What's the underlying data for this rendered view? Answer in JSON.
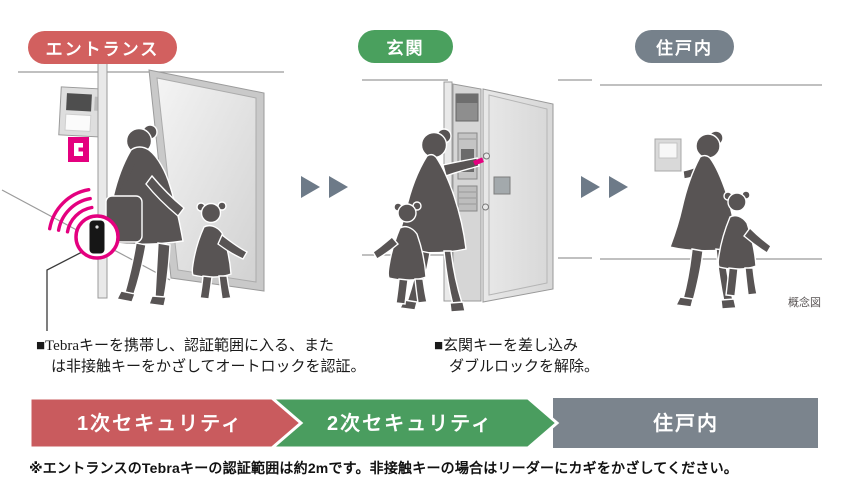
{
  "stages": [
    {
      "label": "エントランス",
      "color": "#d2605f"
    },
    {
      "label": "玄関",
      "color": "#4aa05e"
    },
    {
      "label": "住戸内",
      "color": "#76818b"
    }
  ],
  "notes": {
    "entrance": {
      "line1": "■Tebraキーを携帯し、認証範囲に入る、また",
      "line2": "は非接触キーをかざしてオートロックを認証。"
    },
    "door": {
      "line1": "■玄関キーを差し込み",
      "line2": "ダブルロックを解除。"
    }
  },
  "diagram_caption": "概念図",
  "banner": {
    "steps": [
      {
        "label": "1次セキュリティ",
        "color": "#c95b5e"
      },
      {
        "label": "2次セキュリティ",
        "color": "#4a9d5f"
      },
      {
        "label": "住戸内",
        "color": "#7b848d"
      }
    ]
  },
  "footnote": "※エントランスのTebraキーの認証範囲は約2mです。非接触キーの場合はリーダーにカギをかざしてください。",
  "icons": {
    "flow_arrow": "▶",
    "signal_waves_color": "#e4007f",
    "key_fob_color": "#161616",
    "ic_reader_color": "#e4007f",
    "silhouette_color": "#585454"
  }
}
